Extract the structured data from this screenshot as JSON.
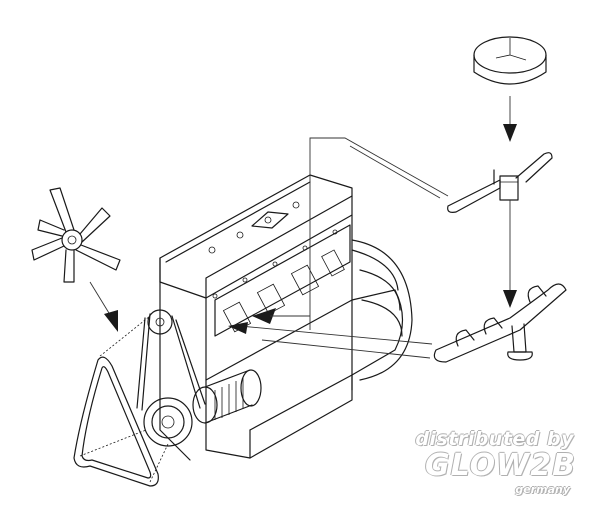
{
  "watermark": {
    "line1": "distributed by",
    "line2": "GLOW2B",
    "line3": "germany"
  },
  "colors": {
    "line": "#1a1a1a",
    "background": "#ffffff",
    "watermark_outline": "#b5b5b5"
  }
}
